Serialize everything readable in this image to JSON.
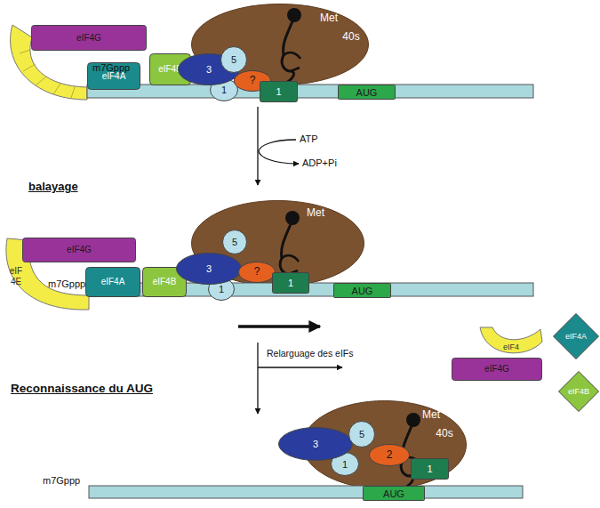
{
  "diagram": {
    "nodes": [
      {
        "text": [
          "Met",
          "40s"
        ]
      },
      {
        "text": [
          "eIF4G"
        ]
      },
      {
        "text": [
          "eIF4A"
        ]
      },
      {
        "text": [
          "eIF4B"
        ]
      },
      {
        "text": [
          "3"
        ]
      },
      {
        "text": [
          "5"
        ]
      },
      {
        "text": [
          "1"
        ]
      },
      {
        "text": [
          "?"
        ]
      },
      {
        "text": [
          "1"
        ]
      },
      {
        "text": [
          "AUG"
        ]
      },
      {
        "text": [
          "eIF 4E"
        ]
      },
      {
        "text": [
          "Met"
        ]
      },
      {
        "text": [
          "eIF4G"
        ]
      },
      {
        "text": [
          "eIF4A"
        ]
      },
      {
        "text": [
          "eIF4B"
        ]
      },
      {
        "text": [
          "3"
        ]
      },
      {
        "text": [
          "5"
        ]
      },
      {
        "text": [
          "1"
        ]
      },
      {
        "text": [
          "?"
        ]
      },
      {
        "text": [
          "1"
        ]
      },
      {
        "text": [
          "AUG"
        ]
      },
      {
        "text": [
          "eIF4"
        ]
      },
      {
        "text": [
          "eIF4A"
        ]
      },
      {
        "text": [
          "eIF4G"
        ]
      },
      {
        "text": [
          "eIF4B"
        ]
      },
      {
        "text": [
          "Met",
          "40s"
        ]
      },
      {
        "text": [
          "3"
        ]
      },
      {
        "text": [
          "5"
        ]
      },
      {
        "text": [
          "1"
        ]
      },
      {
        "text": [
          "2"
        ]
      },
      {
        "text": [
          "1"
        ]
      },
      {
        "text": [
          "AUG"
        ]
      }
    ],
    "labels": [
      "m7Gppp",
      "ATP",
      "ADP+Pi",
      "balayage",
      "m7Gppp",
      "Relarguage des eIFs",
      "Reconnaissance du AUG",
      "m7Gppp"
    ]
  }
}
